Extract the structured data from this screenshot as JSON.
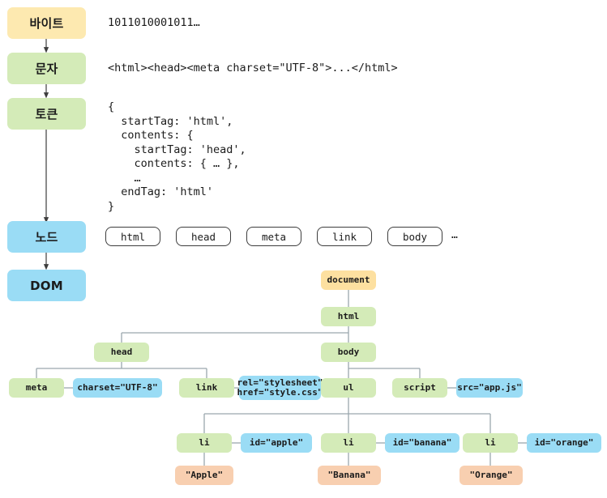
{
  "diagram": {
    "title": "HTML parsing pipeline to DOM",
    "colors": {
      "stage_byte": "#fde9b0",
      "stage_char": "#d4ebb8",
      "stage_node": "#9adcf5",
      "node_document": "#fde0a0",
      "node_element": "#d4ebb8",
      "node_attribute": "#9adcf5",
      "node_text": "#f8cfb0",
      "connector": "#9aa7ad",
      "arrow": "#3d3d3d",
      "chip_border": "#3d3d3d",
      "text": "#1b1b1b"
    }
  },
  "stages": [
    {
      "id": "byte",
      "label": "바이트",
      "color": "yellow"
    },
    {
      "id": "char",
      "label": "문자",
      "color": "green"
    },
    {
      "id": "token",
      "label": "토큰",
      "color": "green"
    },
    {
      "id": "node",
      "label": "노드",
      "color": "blue"
    },
    {
      "id": "dom",
      "label": "DOM",
      "color": "blue"
    }
  ],
  "code": {
    "bytes": "1011010001011…",
    "characters": "<html><head><meta charset=\"UTF-8\">...</html>",
    "tokens": "{\n  startTag: 'html',\n  contents: {\n    startTag: 'head',\n    contents: { … },\n    …\n  endTag: 'html'\n}"
  },
  "node_chips": {
    "items": [
      "html",
      "head",
      "meta",
      "link",
      "body"
    ],
    "ellipsis": "…"
  },
  "dom_tree": {
    "document": "document",
    "html": "html",
    "head": "head",
    "body": "body",
    "meta": "meta",
    "meta_attr": "charset=\"UTF-8\"",
    "link": "link",
    "link_attr_line1": "rel=\"stylesheet\"",
    "link_attr_line2": "href=\"style.css\"",
    "ul": "ul",
    "script": "script",
    "script_attr": "src=\"app.js\"",
    "list_items": [
      {
        "tag": "li",
        "attr": "id=\"apple\"",
        "text": "\"Apple\""
      },
      {
        "tag": "li",
        "attr": "id=\"banana\"",
        "text": "\"Banana\""
      },
      {
        "tag": "li",
        "attr": "id=\"orange\"",
        "text": "\"Orange\""
      }
    ]
  }
}
